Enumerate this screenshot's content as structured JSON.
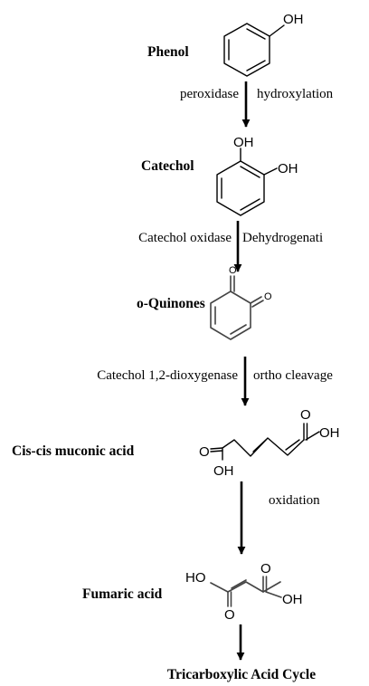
{
  "compounds": {
    "phenol": "Phenol",
    "catechol": "Catechol",
    "o_quinones": "o-Quinones",
    "muconic": "Cis-cis muconic acid",
    "fumaric": "Fumaric acid",
    "tca": "Tricarboxylic Acid Cycle"
  },
  "steps": {
    "s1_left": "peroxidase",
    "s1_right": "hydroxylation",
    "s2_left": "Catechol oxidase",
    "s2_right": "Dehydrogenati",
    "s3_left": "Catechol 1,2-dioxygenase",
    "s3_right": "ortho cleavage",
    "s4_right": "oxidation"
  },
  "atoms": {
    "oh": "OH",
    "ho": "HO",
    "o": "O"
  }
}
